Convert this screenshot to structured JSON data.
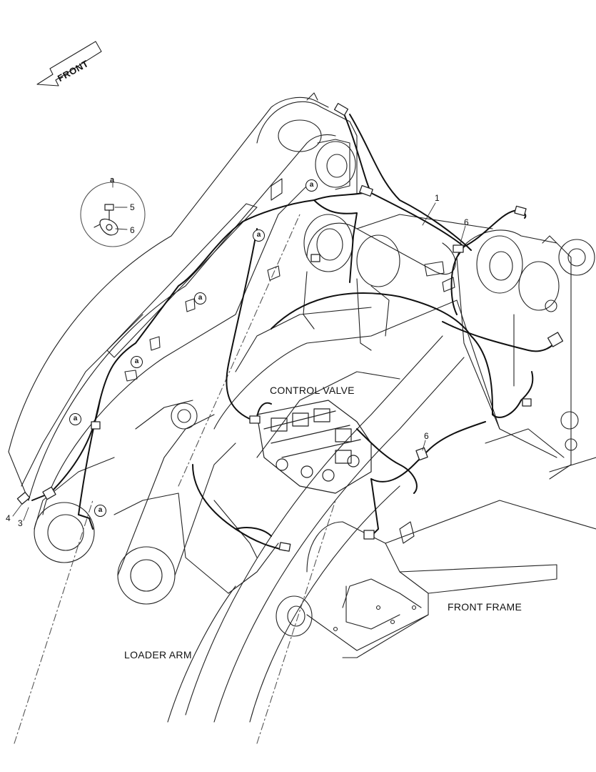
{
  "labels": {
    "front": "FRONT",
    "control_valve": "CONTROL VALVE",
    "front_frame": "FRONT FRAME",
    "loader_arm": "LOADER ARM"
  },
  "detail": {
    "title": "a",
    "part_5": "5",
    "part_6": "6"
  },
  "callouts": {
    "part_1": "1",
    "part_6_top": "6",
    "part_6_lower": "6",
    "part_4": "4",
    "part_3": "3"
  },
  "marker": "a"
}
